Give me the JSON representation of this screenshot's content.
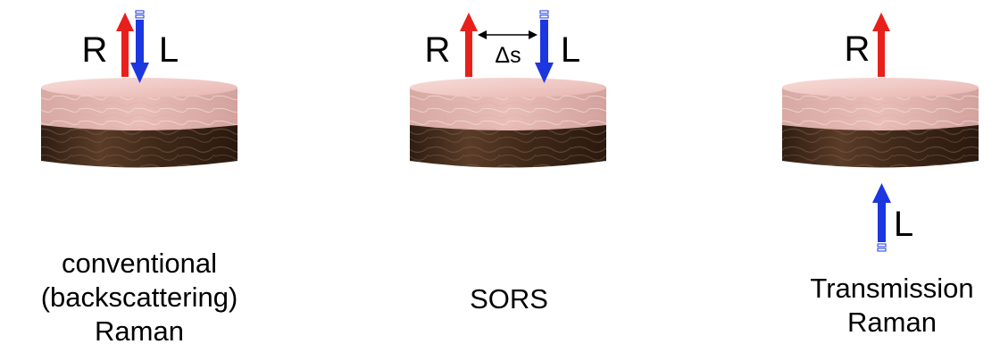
{
  "panels": [
    {
      "id": "conventional",
      "raman_label": "R",
      "laser_label": "L",
      "caption": [
        "conventional",
        "(backscattering)",
        "Raman"
      ]
    },
    {
      "id": "sors",
      "raman_label": "R",
      "laser_label": "L",
      "offset_label": "Δs",
      "caption": [
        "SORS"
      ]
    },
    {
      "id": "transmission",
      "raman_label": "R",
      "laser_label": "L",
      "caption": [
        "Transmission",
        "Raman"
      ]
    }
  ],
  "colors": {
    "raman_arrow": "#e8201c",
    "laser_arrow": "#1c36e0",
    "top_layer": "#f0c6c2",
    "bottom_layer": "#4a3121"
  }
}
